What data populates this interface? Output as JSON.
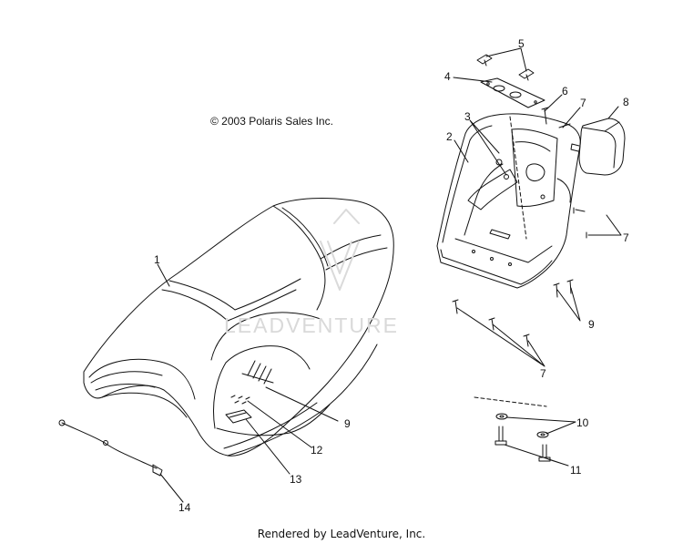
{
  "diagram": {
    "copyright": "© 2003 Polaris Sales Inc.",
    "watermark": "LEADVENTURE",
    "footer": "Rendered by LeadVenture, Inc.",
    "callouts": [
      {
        "id": "c1",
        "label": "1"
      },
      {
        "id": "c2",
        "label": "2"
      },
      {
        "id": "c3",
        "label": "3"
      },
      {
        "id": "c4",
        "label": "4"
      },
      {
        "id": "c5",
        "label": "5"
      },
      {
        "id": "c6",
        "label": "6"
      },
      {
        "id": "c7a",
        "label": "7"
      },
      {
        "id": "c7b",
        "label": "7"
      },
      {
        "id": "c7c",
        "label": "7"
      },
      {
        "id": "c8",
        "label": "8"
      },
      {
        "id": "c9a",
        "label": "9"
      },
      {
        "id": "c9b",
        "label": "9"
      },
      {
        "id": "c10",
        "label": "10"
      },
      {
        "id": "c11",
        "label": "11"
      },
      {
        "id": "c12",
        "label": "12"
      },
      {
        "id": "c13",
        "label": "13"
      },
      {
        "id": "c14",
        "label": "14"
      }
    ]
  }
}
